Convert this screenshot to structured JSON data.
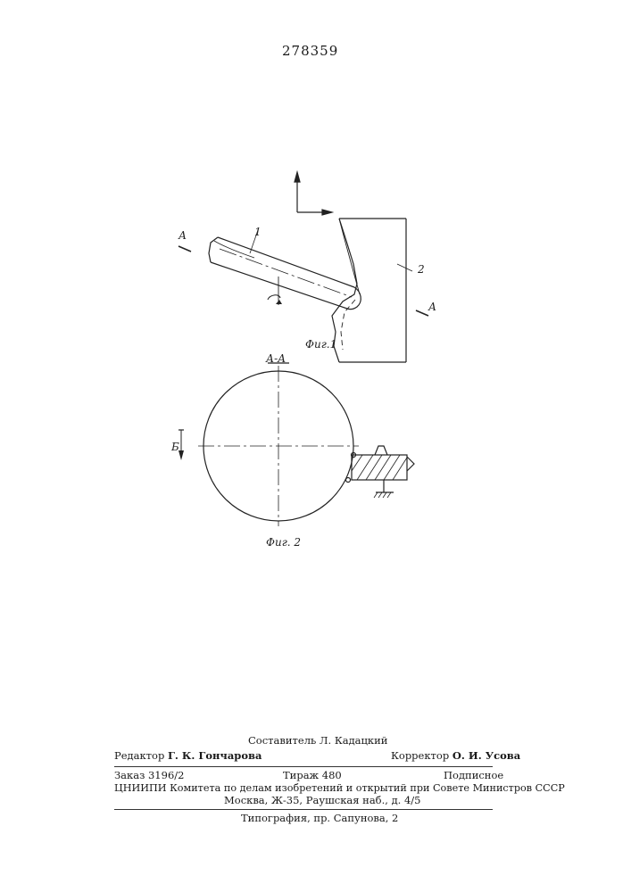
{
  "patent_number": "278359",
  "figures": {
    "fig1": {
      "caption": "Фиг.1",
      "section_label": "А",
      "part_labels": [
        "1",
        "2"
      ]
    },
    "fig2": {
      "caption": "Фиг. 2",
      "section_label": "А-А",
      "direction_label": "Б"
    }
  },
  "imprint": {
    "compiler": "Составитель Л. Кадацкий",
    "editor_prefix": "Редактор",
    "editor_name": "Г. К. Гончарова",
    "corrector_prefix": "Корректор",
    "corrector_name": "О. И. Усова",
    "order": "Заказ 3196/2",
    "print_run": "Тираж 480",
    "subscription": "Подписное",
    "org_line": "ЦНИИПИ Комитета по делам изобретений и открытий при Совете Министров СССР",
    "address_line": "Москва, Ж-35, Раушская наб., д. 4/5",
    "printer_line": "Типография, пр. Сапунова, 2"
  }
}
